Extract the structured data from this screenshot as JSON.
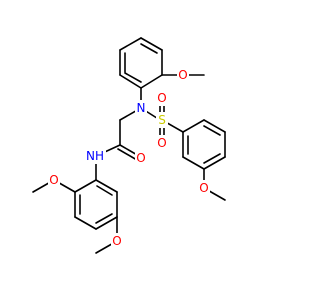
{
  "molecule": {
    "atoms": [
      {
        "id": "O_top",
        "symbol": "O",
        "color": "#ff0000"
      },
      {
        "id": "N_sulfonamide",
        "symbol": "N",
        "color": "#0000ff"
      },
      {
        "id": "O_s1",
        "symbol": "O",
        "color": "#ff0000"
      },
      {
        "id": "S",
        "symbol": "S",
        "color": "#cccc00"
      },
      {
        "id": "O_carbonyl",
        "symbol": "O",
        "color": "#ff0000"
      },
      {
        "id": "O_s2",
        "symbol": "O",
        "color": "#ff0000"
      },
      {
        "id": "O_right",
        "symbol": "O",
        "color": "#ff0000"
      },
      {
        "id": "N_amide",
        "symbol": "NH",
        "color": "#0000ff"
      },
      {
        "id": "O_left",
        "symbol": "O",
        "color": "#ff0000"
      },
      {
        "id": "O_bottom",
        "symbol": "O",
        "color": "#ff0000"
      }
    ]
  }
}
